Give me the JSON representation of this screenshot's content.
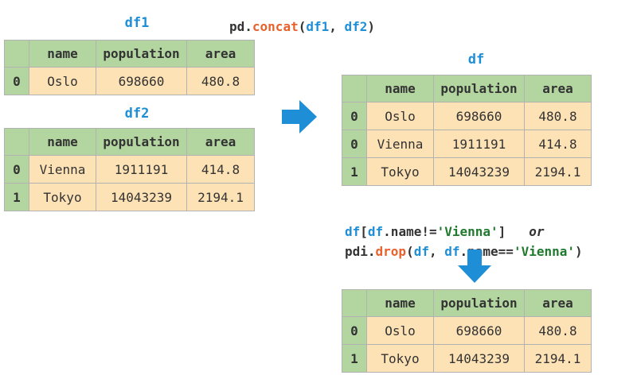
{
  "top_code": {
    "pre": "pd.",
    "fn": "concat",
    "open": "(",
    "a": "df1",
    "sep": ", ",
    "b": "df2",
    "close": ")"
  },
  "df1": {
    "title": "df1",
    "columns": [
      "name",
      "population",
      "area"
    ],
    "rows": [
      {
        "index": "0",
        "name": "Oslo",
        "population": "698660",
        "area": "480.8"
      }
    ]
  },
  "df2": {
    "title": "df2",
    "columns": [
      "name",
      "population",
      "area"
    ],
    "rows": [
      {
        "index": "0",
        "name": "Vienna",
        "population": "1911191",
        "area": "414.8"
      },
      {
        "index": "1",
        "name": "Tokyo",
        "population": "14043239",
        "area": "2194.1"
      }
    ]
  },
  "df": {
    "title": "df",
    "columns": [
      "name",
      "population",
      "area"
    ],
    "rows": [
      {
        "index": "0",
        "name": "Oslo",
        "population": "698660",
        "area": "480.8"
      },
      {
        "index": "0",
        "name": "Vienna",
        "population": "1911191",
        "area": "414.8"
      },
      {
        "index": "1",
        "name": "Tokyo",
        "population": "14043239",
        "area": "2194.1"
      }
    ]
  },
  "filter_code": {
    "line1": {
      "v1": "df",
      "b1": "[",
      "v2": "df",
      "rest": ".name!=",
      "str": "'Vienna'",
      "b2": "]",
      "or": "or"
    },
    "line2": {
      "pre": "pdi.",
      "fn": "drop",
      "open": "(",
      "v1": "df",
      "sep": ", ",
      "v2": "df",
      "rest": ".name==",
      "str": "'Vienna'",
      "close": ")"
    }
  },
  "result": {
    "columns": [
      "name",
      "population",
      "area"
    ],
    "rows": [
      {
        "index": "0",
        "name": "Oslo",
        "population": "698660",
        "area": "480.8"
      },
      {
        "index": "1",
        "name": "Tokyo",
        "population": "14043239",
        "area": "2194.1"
      }
    ]
  },
  "colors": {
    "header": "#b3d6a0",
    "cell": "#fde2b6",
    "accent": "#1e8fd6",
    "function": "#e8612c"
  },
  "icons": {
    "right_arrow": "arrow-right-icon",
    "down_arrow": "arrow-down-icon"
  }
}
